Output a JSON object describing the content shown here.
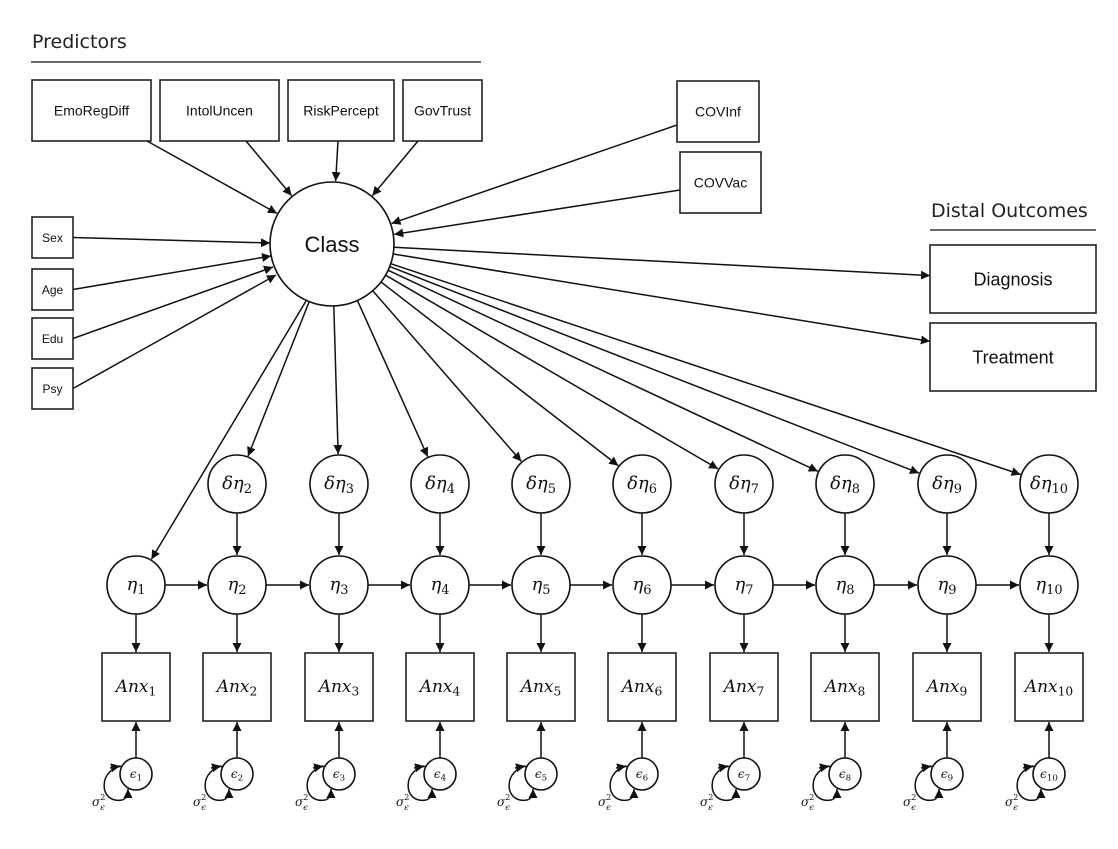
{
  "sections": {
    "predictors": "Predictors",
    "distal_outcomes": "Distal Outcomes"
  },
  "class_node": {
    "label": "Class"
  },
  "predictors_top": [
    {
      "id": "emoregdiff",
      "label": "EmoRegDiff"
    },
    {
      "id": "intoluncen",
      "label": "IntolUncen"
    },
    {
      "id": "riskpercept",
      "label": "RiskPercept"
    },
    {
      "id": "govtrust",
      "label": "GovTrust"
    }
  ],
  "predictors_covid": [
    {
      "id": "covinf",
      "label": "COVInf"
    },
    {
      "id": "covvac",
      "label": "COVVac"
    }
  ],
  "predictors_demographic": [
    {
      "id": "sex",
      "label": "Sex"
    },
    {
      "id": "age",
      "label": "Age"
    },
    {
      "id": "edu",
      "label": "Edu"
    },
    {
      "id": "psy",
      "label": "Psy"
    }
  ],
  "outcomes": [
    {
      "id": "diagnosis",
      "label": "Diagnosis"
    },
    {
      "id": "treatment",
      "label": "Treatment"
    }
  ],
  "timepoints": [
    1,
    2,
    3,
    4,
    5,
    6,
    7,
    8,
    9,
    10
  ],
  "latent_prefix": "η",
  "change_prefix": "δη",
  "observed_prefix": "Anx",
  "residual_prefix": "ϵ",
  "residual_variance_label": {
    "base": "σ",
    "sup": "2",
    "sub": "ϵ"
  },
  "edges": {
    "predictors_to_class": true,
    "class_to_outcomes": true,
    "class_to_eta1": true,
    "class_to_change_nodes": [
      2,
      3,
      4,
      5,
      6,
      7,
      8,
      9,
      10
    ],
    "autoregressive": true
  }
}
